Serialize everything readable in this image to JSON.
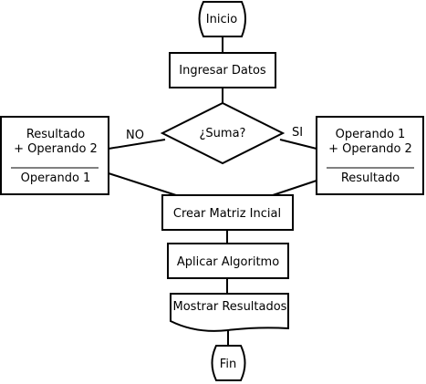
{
  "nodes": {
    "start": "Inicio",
    "input": "Ingresar Datos",
    "decision": "¿Suma?",
    "left_box": {
      "line1": "Resultado",
      "line2": "+ Operando 2",
      "line3": "Operando 1"
    },
    "right_box": {
      "line1": "Operando 1",
      "line2": "+ Operando 2",
      "line3": "Resultado"
    },
    "matrix": "Crear Matriz Incial",
    "algorithm": "Aplicar Algoritmo",
    "display": "Mostrar Resultados",
    "end": "Fin"
  },
  "edges": {
    "no_label": "NO",
    "yes_label": "SI"
  }
}
